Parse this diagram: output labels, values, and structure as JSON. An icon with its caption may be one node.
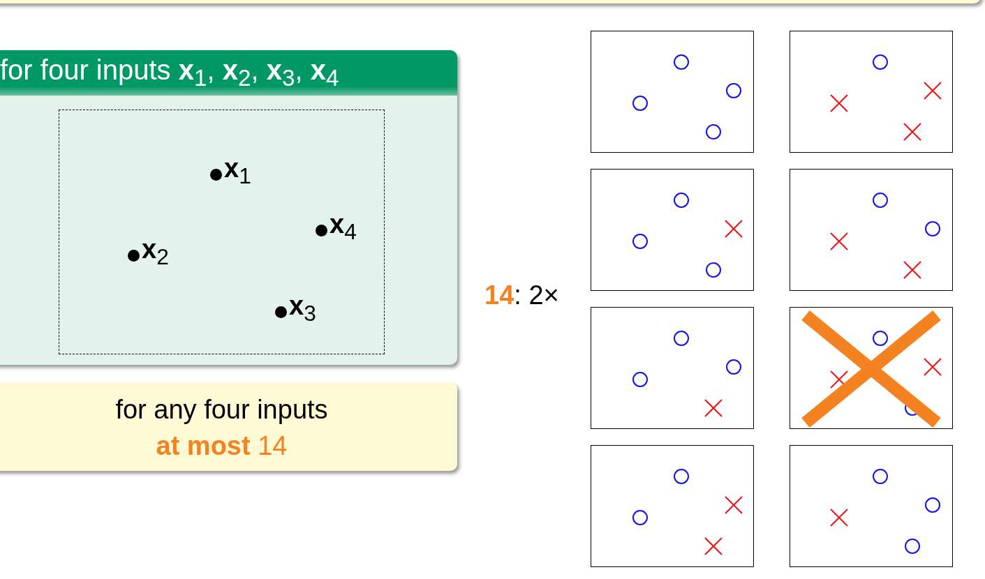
{
  "diagram": {
    "nodes": [
      {
        "text": [],
        "shape": "box"
      },
      {
        "text": [
          "for four inputs **x**$_{1}$, **x**$_{2}$, **x**$_{3}$, **x**$_{4}$"
        ]
      },
      {
        "text": [],
        "shape": "box",
        "in": 1
      },
      {
        "text": [
          "for any four inputs",
          "**at most** 14"
        ]
      },
      {
        "text": [],
        "shape": "box"
      },
      {
        "text": [],
        "shape": "box"
      },
      {
        "text": [],
        "shape": "box"
      },
      {
        "text": [],
        "shape": "box"
      },
      {
        "text": [],
        "shape": "box"
      },
      {
        "text": [],
        "shape": "box"
      },
      {
        "text": [],
        "shape": "box"
      },
      {
        "text": [],
        "shape": "box"
      }
    ],
    "edges": [],
    "labels": [
      "**x**$_{1}$",
      "**x**$_{4}$",
      "**x**$_{2}$",
      "**x**$_{3}$",
      "**14**: 2×"
    ]
  }
}
